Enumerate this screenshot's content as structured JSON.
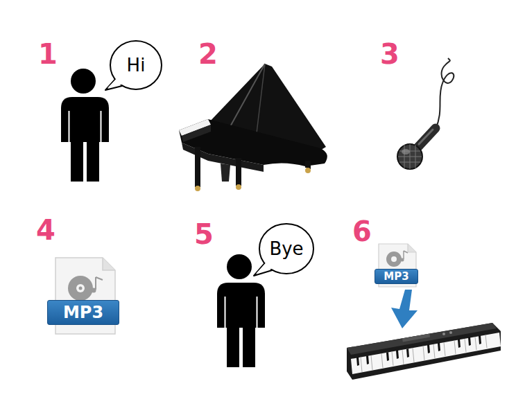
{
  "diagram": {
    "nodes": [
      {
        "text": [
          "Hi"
        ]
      },
      {
        "text": [
          "MP3"
        ]
      },
      {
        "text": [
          "Bye"
        ]
      },
      {
        "text": [
          "MP3"
        ]
      }
    ],
    "labels": [
      "1",
      "2",
      "3",
      "4",
      "5",
      "6"
    ]
  }
}
